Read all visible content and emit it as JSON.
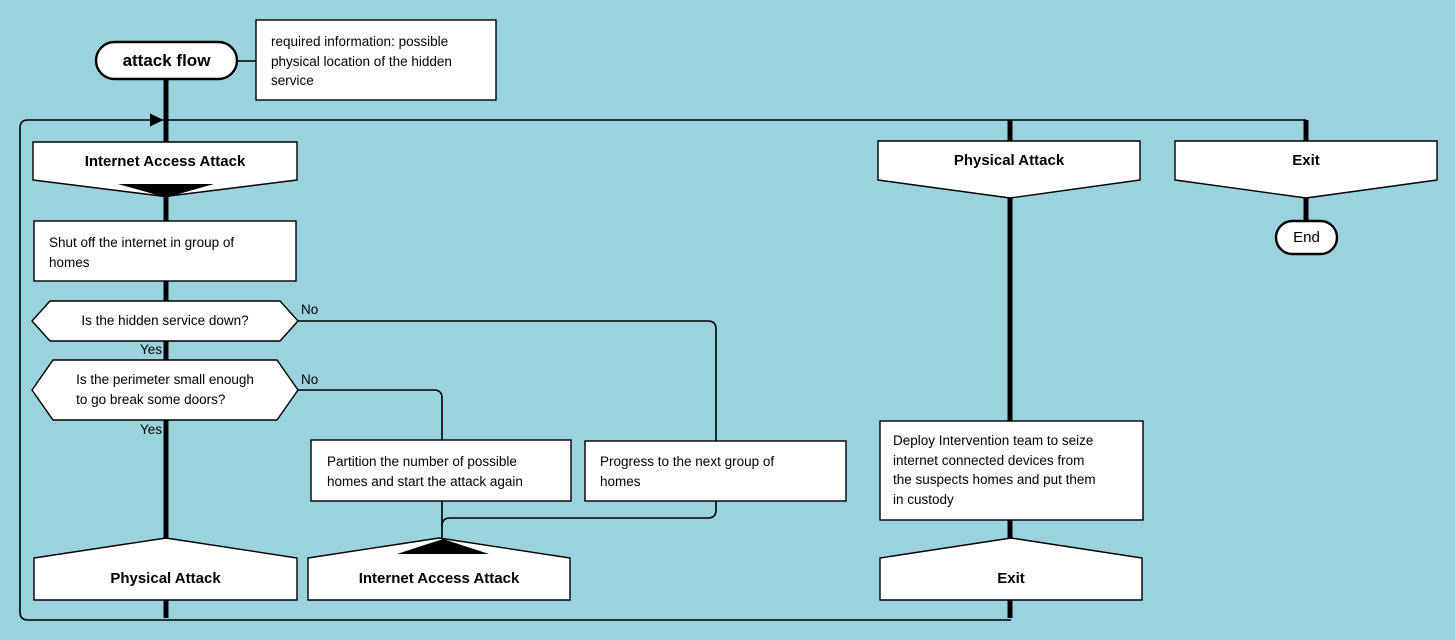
{
  "colors": {
    "background": "#9AD3DE",
    "shape_fill": "#FFFFFF",
    "line": "#000000"
  },
  "nodes": {
    "start": {
      "label": "attack flow"
    },
    "note": {
      "text": "required information: possible\nphysical location of the hidden\nservice"
    },
    "section_internet_attack_top": {
      "label": "Internet Access Attack"
    },
    "shut_off": {
      "text": "Shut off the internet in group of\nhomes"
    },
    "decision_service_down": {
      "text": "Is the hidden service down?"
    },
    "decision_perimeter": {
      "text": "Is the perimeter small enough\nto go break some doors?"
    },
    "partition": {
      "text": "Partition the number of possible\nhomes and start the attack again"
    },
    "progress": {
      "text": "Progress to the next group of\nhomes"
    },
    "deploy": {
      "text": "Deploy Intervention team to seize\ninternet connected devices from\nthe suspects homes and put them\nin custody"
    },
    "section_physical_attack_top": {
      "label": "Physical Attack"
    },
    "section_exit_top": {
      "label": "Exit"
    },
    "end": {
      "label": "End"
    },
    "goto_physical_attack": {
      "label": "Physical Attack"
    },
    "goto_internet_attack": {
      "label": "Internet Access Attack"
    },
    "goto_exit": {
      "label": "Exit"
    }
  },
  "edge_labels": {
    "service_down_yes": "Yes",
    "service_down_no": "No",
    "perimeter_yes": "Yes",
    "perimeter_no": "No"
  }
}
